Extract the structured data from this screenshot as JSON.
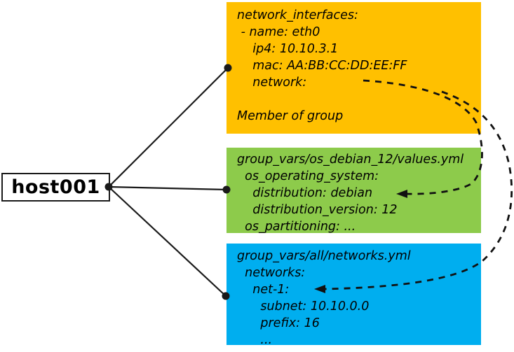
{
  "host": {
    "label": "host001"
  },
  "boxes": {
    "interfaces": {
      "color": "#FFC000",
      "lines": [
        "network_interfaces:",
        " - name: eth0",
        "    ip4: 10.10.3.1",
        "    mac: AA:BB:CC:DD:EE:FF",
        "    network:",
        "",
        "Member of group"
      ]
    },
    "os_values": {
      "color": "#8DCB4B",
      "lines": [
        "group_vars/os_debian_12/values.yml",
        "  os_operating_system:",
        "    distribution: debian",
        "    distribution_version: 12",
        "  os_partitioning: ..."
      ]
    },
    "networks": {
      "color": "#00AEEF",
      "lines": [
        "group_vars/all/networks.yml",
        "  networks:",
        "    net-1:",
        "      subnet: 10.10.0.0",
        "      prefix: 16",
        "      ..."
      ]
    }
  },
  "ink_color": "#111111",
  "text_color": "#000000"
}
